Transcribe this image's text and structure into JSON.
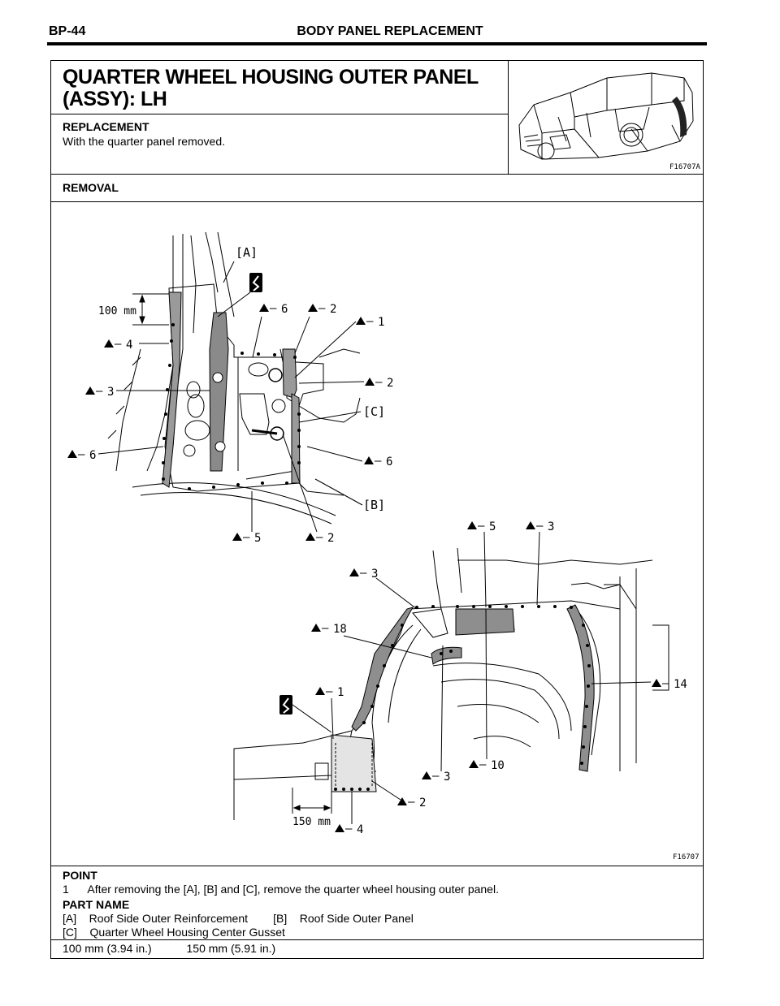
{
  "header": {
    "page_code": "BP-44",
    "section_title": "BODY PANEL REPLACEMENT"
  },
  "title_block": {
    "title_line1": "QUARTER WHEEL HOUSING OUTER PANEL",
    "title_line2": "(ASSY): LH",
    "replacement_heading": "REPLACEMENT",
    "replacement_text": "With the quarter panel removed.",
    "figure_id": "F16707A"
  },
  "removal": {
    "heading": "REMOVAL",
    "figure_id": "F16707",
    "callouts_upper": {
      "label_a": "[A]",
      "label_b": "[B]",
      "label_c": "[C]",
      "dim": "100 mm",
      "c_6_top": "6",
      "c_m2": "2",
      "c_1": "1",
      "c_4": "4",
      "c_3": "3",
      "c_t2": "2",
      "c_6_left": "6",
      "c_6_right": "6",
      "c_5": "5",
      "c_2": "2"
    },
    "callouts_lower": {
      "c_t5": "5",
      "c_m3": "3",
      "c_t3": "3",
      "c_18": "18",
      "c_14": "14",
      "c_1": "1",
      "c_3": "3",
      "c_10": "10",
      "c_2": "2",
      "c_4": "4",
      "dim": "150 mm"
    }
  },
  "point": {
    "heading": "POINT",
    "items": [
      "1      After removing the [A], [B] and [C], remove the quarter wheel housing outer panel."
    ]
  },
  "part_name": {
    "heading": "PART NAME",
    "rows": [
      "[A]    Roof Side Outer Reinforcement        [B]    Roof Side Outer Panel",
      "[C]    Quarter Wheel Housing Center Gusset"
    ],
    "dims": "100 mm (3.94 in.)           150 mm (5.91 in.)"
  }
}
